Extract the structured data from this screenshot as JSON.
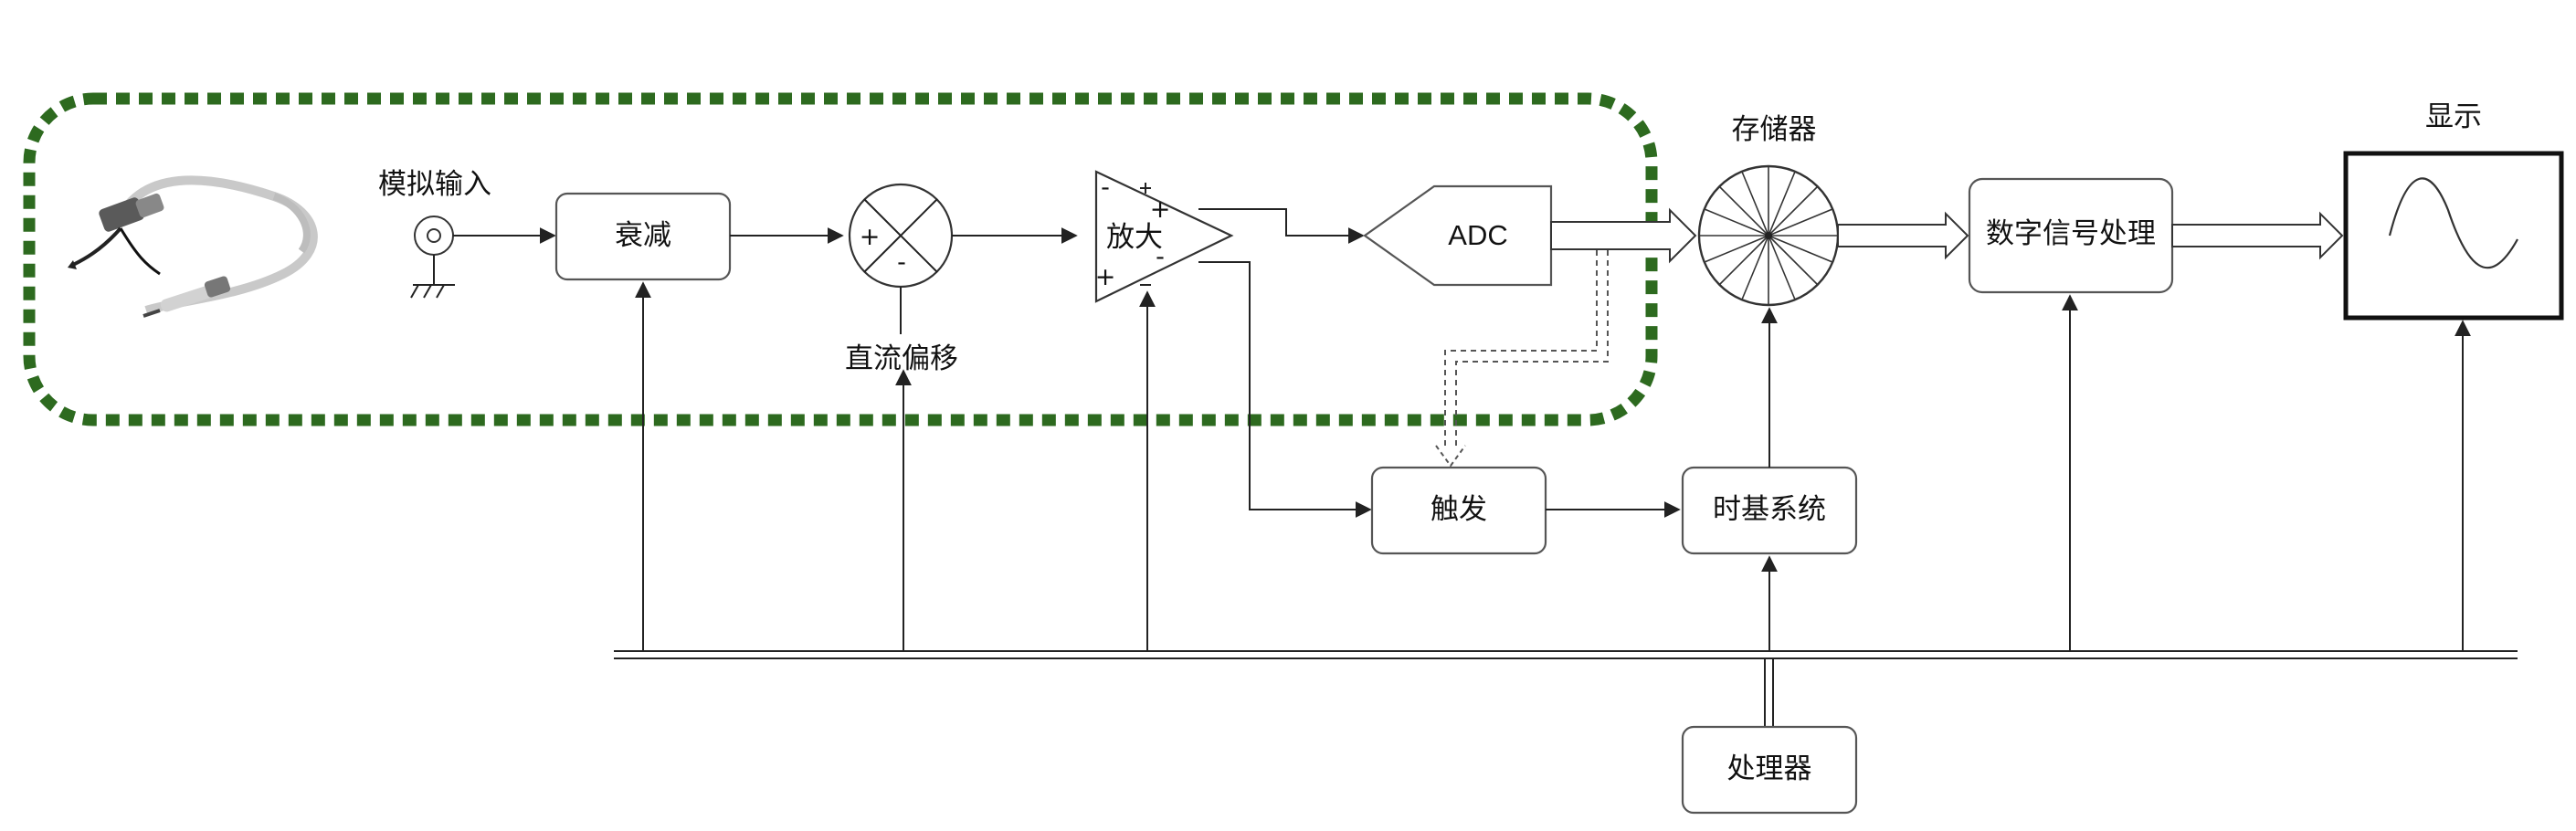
{
  "blocks": {
    "analog_input": "模拟输入",
    "attenuation": "衰减",
    "dc_offset": "直流偏移",
    "amplify": "放大",
    "adc": "ADC",
    "memory": "存储器",
    "dsp": "数字信号处理",
    "display": "显示",
    "trigger": "触发",
    "timebase": "时基系统",
    "processor": "处理器"
  },
  "symbols": {
    "plus": "+",
    "minus": "-"
  },
  "colors": {
    "front_end_highlight": "#2d6a1f",
    "stroke": "#555555",
    "text": "#111111"
  },
  "icons": [
    "oscilloscope-probe-image",
    "bnc-connector-icon",
    "ground-icon",
    "summing-junction-icon",
    "amplifier-triangle-icon",
    "memory-wheel-icon",
    "sine-wave-icon"
  ]
}
